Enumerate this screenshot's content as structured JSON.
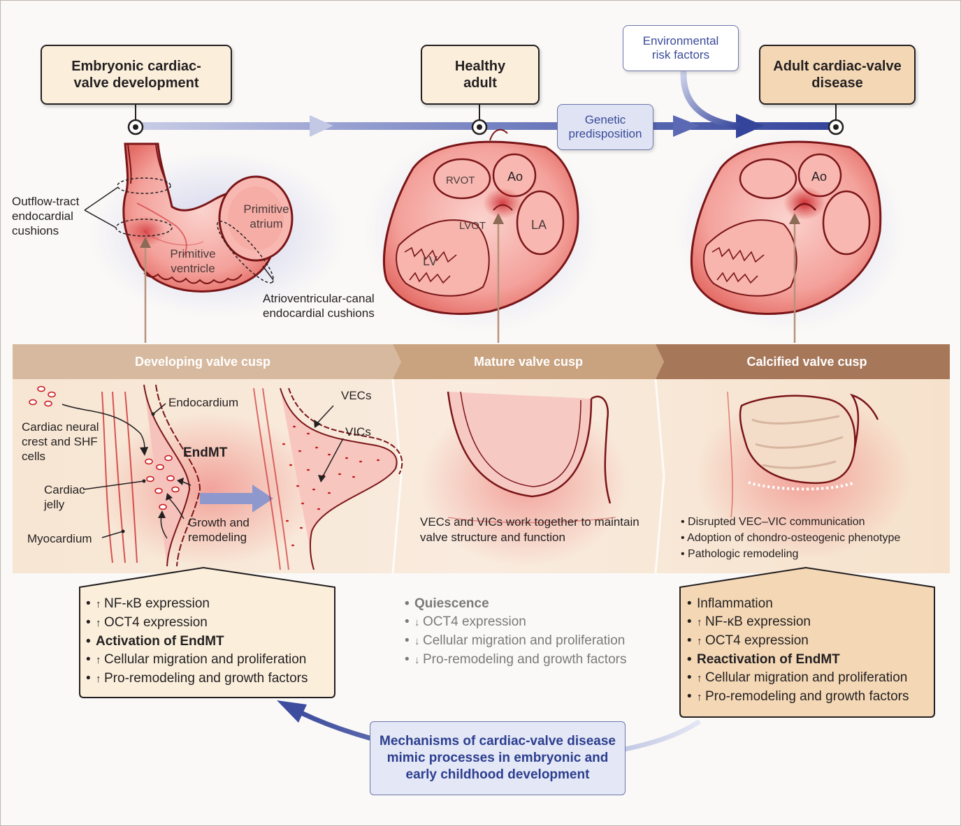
{
  "timeline": {
    "stages": [
      {
        "title": "Embryonic cardiac-valve development"
      },
      {
        "title": "Healthy adult"
      },
      {
        "title": "Adult cardiac-valve disease"
      }
    ],
    "environmental_label": "Environmental risk factors",
    "genetic_label": "Genetic predisposition"
  },
  "embryo": {
    "outflow_label": "Outflow-tract endocardial cushions",
    "atrium_label": "Primitive atrium",
    "ventricle_label": "Primitive ventricle",
    "av_label": "Atrioventricular-canal endocardial cushions"
  },
  "adult_heart": {
    "rvot": "RVOT",
    "ao": "Ao",
    "lvot": "LVOT",
    "la": "LA",
    "lv": "LV"
  },
  "disease_heart": {
    "ao": "Ao"
  },
  "band": {
    "developing": {
      "title": "Developing valve cusp",
      "labels": {
        "endocardium": "Endocardium",
        "neural_crest": "Cardiac neural crest and SHF cells",
        "endmt": "EndMT",
        "jelly": "Cardiac jelly",
        "growth": "Growth and remodeling",
        "myocardium": "Myocardium",
        "vecs": "VECs",
        "vics": "VICs"
      }
    },
    "mature": {
      "title": "Mature valve cusp",
      "note": "VECs and VICs work together to maintain valve structure and function"
    },
    "calcified": {
      "title": "Calcified valve cusp",
      "notes": [
        "Disrupted VEC–VIC communication",
        "Adoption of chondro-osteogenic phenotype",
        "Pathologic remodeling"
      ]
    }
  },
  "lists": {
    "embryonic": [
      {
        "arrow": "up",
        "text": "NF-κB expression",
        "bold": false
      },
      {
        "arrow": "up",
        "text": "OCT4 expression",
        "bold": false
      },
      {
        "arrow": "",
        "text": "Activation of EndMT",
        "bold": true
      },
      {
        "arrow": "up",
        "text": "Cellular migration and proliferation",
        "bold": false
      },
      {
        "arrow": "up",
        "text": "Pro-remodeling and growth factors",
        "bold": false
      }
    ],
    "healthy": [
      {
        "arrow": "",
        "text": "Quiescence",
        "bold": true
      },
      {
        "arrow": "down",
        "text": "OCT4 expression",
        "bold": false
      },
      {
        "arrow": "down",
        "text": "Cellular migration and proliferation",
        "bold": false
      },
      {
        "arrow": "down",
        "text": "Pro-remodeling and growth factors",
        "bold": false
      }
    ],
    "disease": [
      {
        "arrow": "",
        "text": "Inflammation",
        "bold": false
      },
      {
        "arrow": "up",
        "text": "NF-κB expression",
        "bold": false
      },
      {
        "arrow": "up",
        "text": "OCT4 expression",
        "bold": false
      },
      {
        "arrow": "",
        "text": "Reactivation of EndMT",
        "bold": true
      },
      {
        "arrow": "up",
        "text": "Cellular migration and proliferation",
        "bold": false
      },
      {
        "arrow": "up",
        "text": "Pro-remodeling and growth factors",
        "bold": false
      }
    ]
  },
  "mechanisms": "Mechanisms of cardiac-valve disease mimic processes in embryonic and early childhood development",
  "colors": {
    "tissue": "#f4a8a2",
    "tissue_dark": "#d9433e",
    "outline": "#7a1518",
    "timeline": "#4f5ea8",
    "band_left": "#d7b99f",
    "band_mid": "#c9a27f",
    "band_right": "#a7775a",
    "box_fill": "#fbefdc",
    "mech_fill": "#e4e8f6"
  }
}
